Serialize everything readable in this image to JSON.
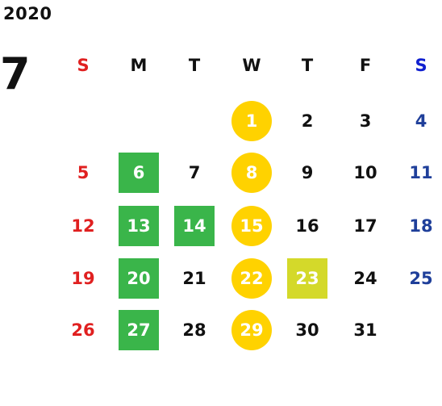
{
  "year": "2020",
  "month": "7",
  "colors": {
    "default": "#111111",
    "sunday": "#e02020",
    "saturday": "#1f3f9a",
    "green": "#3ab54a",
    "yellow": "#ffd200",
    "lime": "#d4d92a"
  },
  "weekdays": [
    {
      "label": "S",
      "color": "#e02020"
    },
    {
      "label": "M",
      "color": "#111111"
    },
    {
      "label": "T",
      "color": "#111111"
    },
    {
      "label": "W",
      "color": "#111111"
    },
    {
      "label": "T",
      "color": "#111111"
    },
    {
      "label": "F",
      "color": "#111111"
    },
    {
      "label": "S",
      "color": "#1020d0"
    }
  ],
  "weeks": [
    [
      null,
      null,
      null,
      {
        "day": "1",
        "mark": "yellow-circle"
      },
      {
        "day": "2"
      },
      {
        "day": "3"
      },
      {
        "day": "4"
      }
    ],
    [
      {
        "day": "5"
      },
      {
        "day": "6",
        "mark": "green-square"
      },
      {
        "day": "7"
      },
      {
        "day": "8",
        "mark": "yellow-circle"
      },
      {
        "day": "9"
      },
      {
        "day": "10"
      },
      {
        "day": "11"
      }
    ],
    [
      {
        "day": "12"
      },
      {
        "day": "13",
        "mark": "green-square"
      },
      {
        "day": "14",
        "mark": "green-square"
      },
      {
        "day": "15",
        "mark": "yellow-circle"
      },
      {
        "day": "16"
      },
      {
        "day": "17"
      },
      {
        "day": "18"
      }
    ],
    [
      {
        "day": "19"
      },
      {
        "day": "20",
        "mark": "green-square"
      },
      {
        "day": "21"
      },
      {
        "day": "22",
        "mark": "yellow-circle"
      },
      {
        "day": "23",
        "mark": "lime-square"
      },
      {
        "day": "24"
      },
      {
        "day": "25"
      }
    ],
    [
      {
        "day": "26"
      },
      {
        "day": "27",
        "mark": "green-square"
      },
      {
        "day": "28"
      },
      {
        "day": "29",
        "mark": "yellow-circle"
      },
      {
        "day": "30"
      },
      {
        "day": "31"
      },
      null
    ]
  ]
}
